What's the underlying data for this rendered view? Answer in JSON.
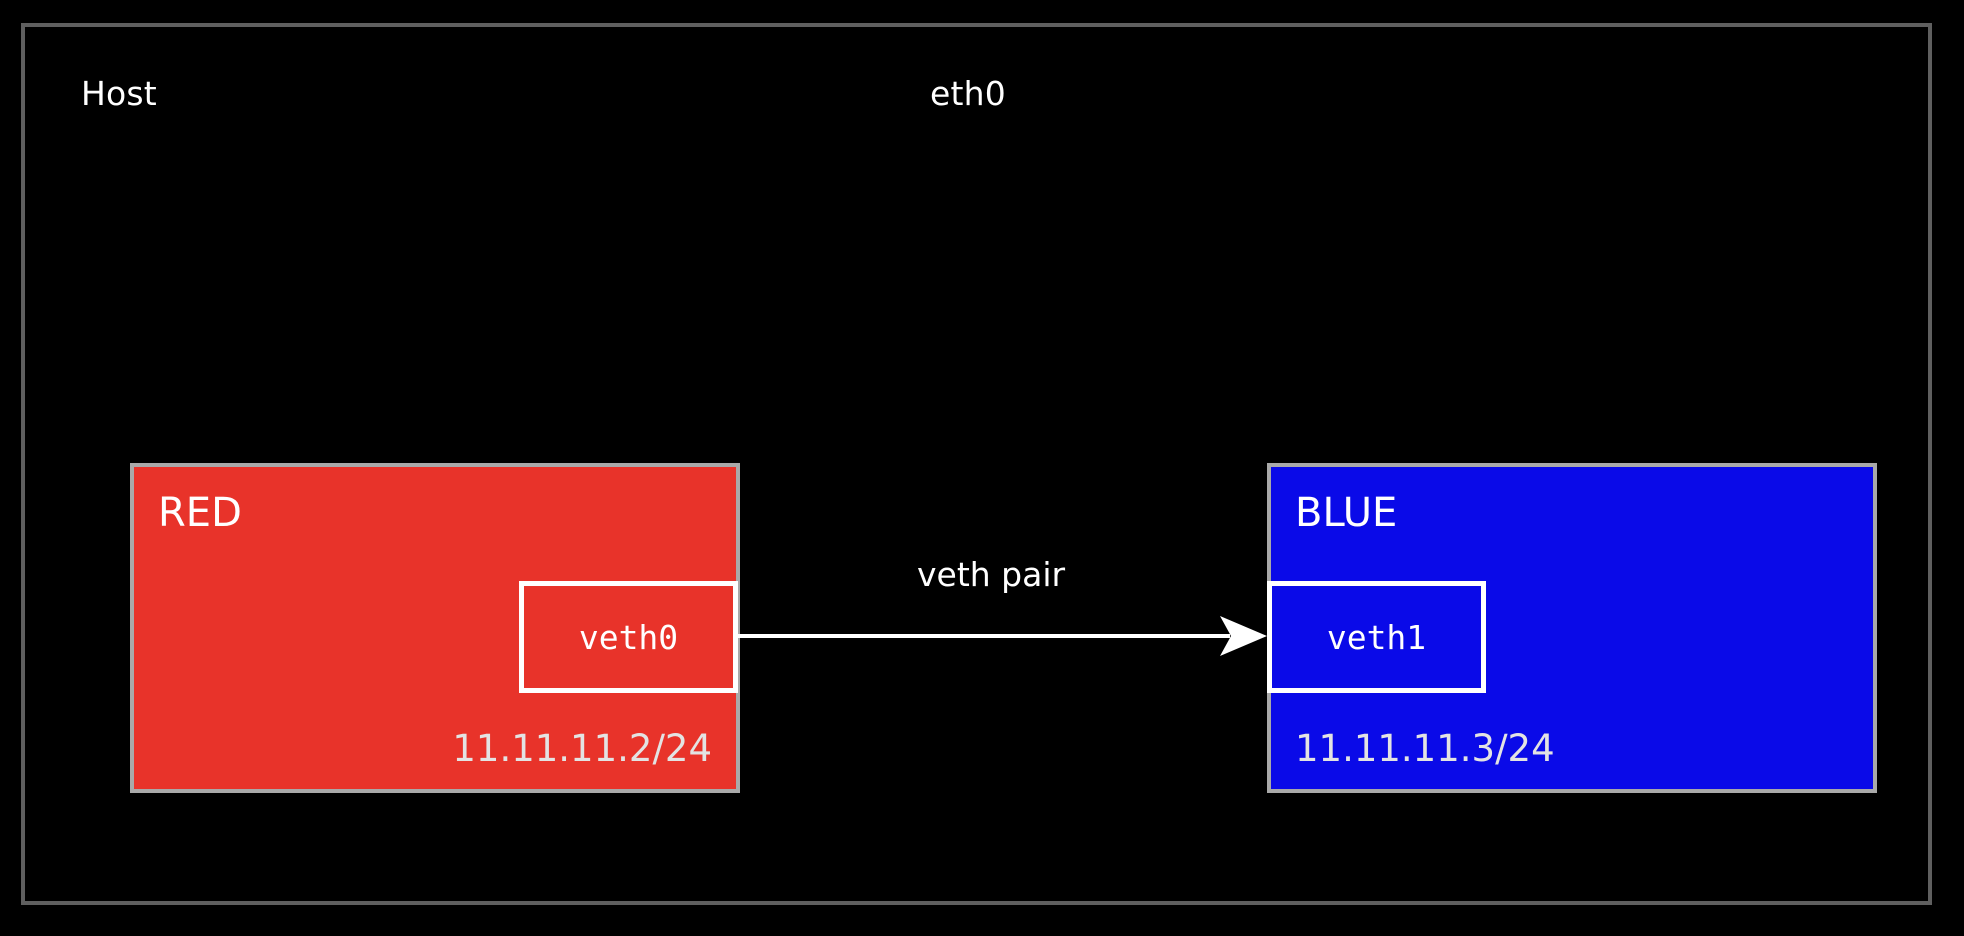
{
  "diagram": {
    "background_color": "#000000",
    "host": {
      "label": "Host",
      "border_color": "#5f5f5f"
    },
    "interfaces": {
      "eth0_label": "eth0"
    },
    "connector": {
      "label": "veth pair",
      "line_color": "#ffffff",
      "arrow_direction": "right",
      "from": "veth0",
      "to": "veth1"
    },
    "namespaces": [
      {
        "id": "red",
        "title": "RED",
        "fill_color": "#e8332a",
        "border_color": "#a9a9a9",
        "ip": "11.11.11.2/24",
        "interface": {
          "name": "veth0",
          "border_color": "#ffffff"
        }
      },
      {
        "id": "blue",
        "title": "BLUE",
        "fill_color": "#0a0ae8",
        "border_color": "#a9a9a9",
        "ip": "11.11.11.3/24",
        "interface": {
          "name": "veth1",
          "border_color": "#ffffff"
        }
      }
    ]
  }
}
